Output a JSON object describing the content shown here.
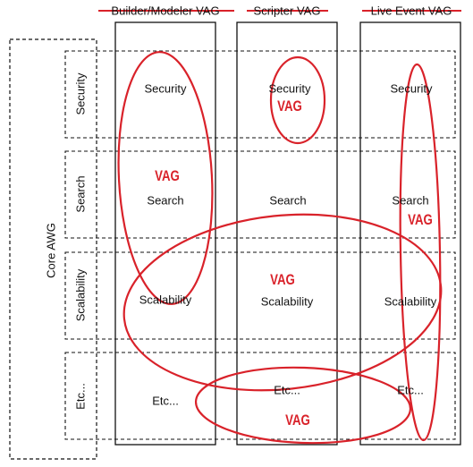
{
  "diagram": {
    "group_label": "Core AWG",
    "columns": [
      {
        "name": "Builder/Modeler VAG"
      },
      {
        "name": "Scripter VAG"
      },
      {
        "name": "Live Event VAG"
      }
    ],
    "rows": [
      {
        "name": "Security",
        "cells": [
          "Security",
          "Security",
          "Security"
        ]
      },
      {
        "name": "Search",
        "cells": [
          "Search",
          "Search",
          "Search"
        ]
      },
      {
        "name": "Scalability",
        "cells": [
          "Scalability",
          "Scalability",
          "Scalability"
        ]
      },
      {
        "name": "Etc...",
        "cells": [
          "Etc...",
          "Etc...",
          "Etc..."
        ]
      }
    ],
    "annotations": {
      "vag_label": "VAG",
      "color": "#d9222a"
    }
  }
}
